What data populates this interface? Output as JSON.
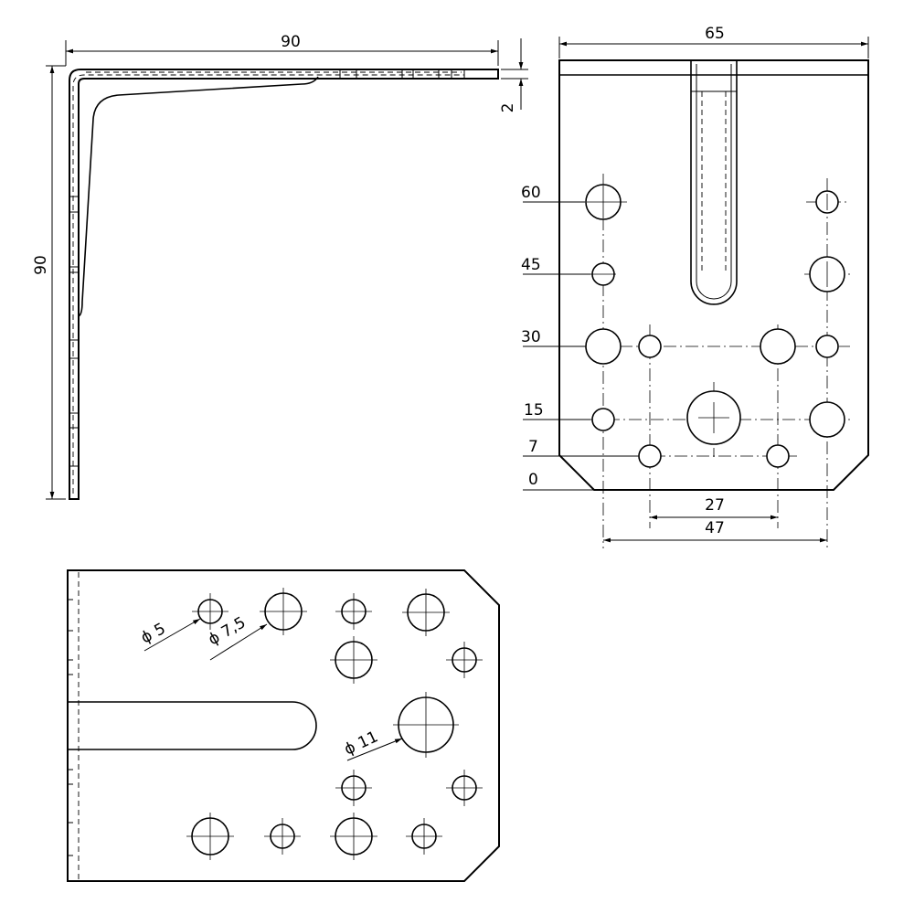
{
  "dims": {
    "side_width": "90",
    "side_height": "90",
    "thickness": "2",
    "front_width": "65",
    "row_60": "60",
    "row_45": "45",
    "row_30": "30",
    "row_15": "15",
    "row_7": "7",
    "row_0": "0",
    "span_27": "27",
    "span_47": "47"
  },
  "callouts": {
    "hole_small": "ϕ 5",
    "hole_medium": "ϕ 7,5",
    "hole_large": "ϕ 11"
  }
}
